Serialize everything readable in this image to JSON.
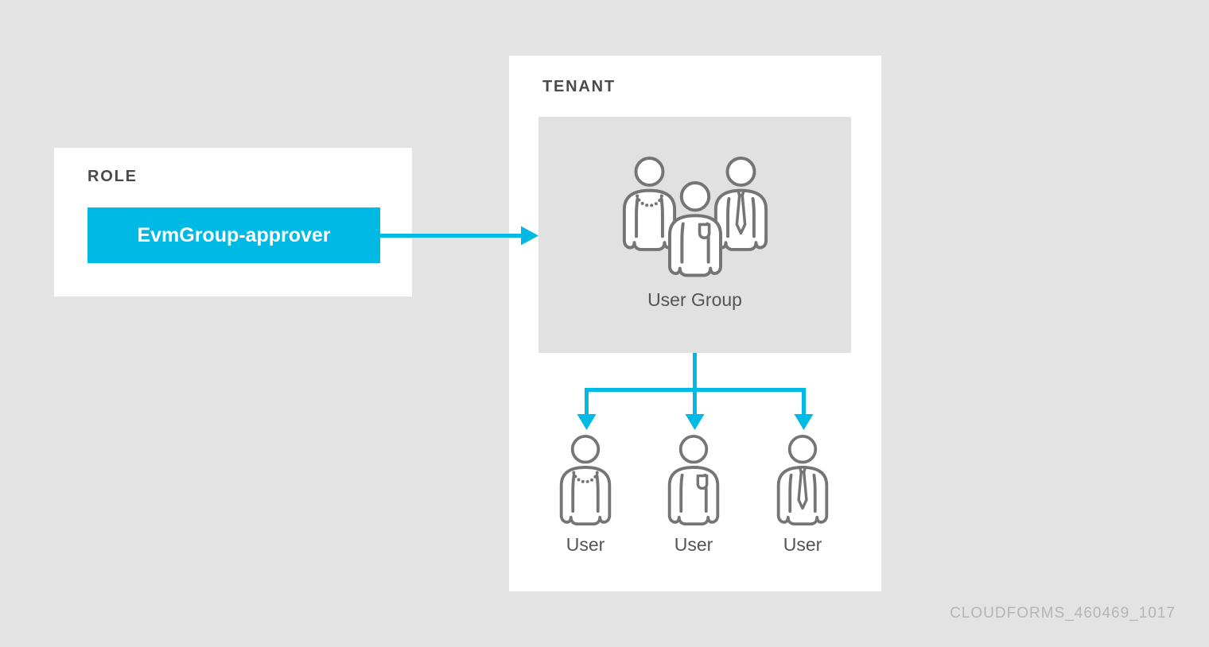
{
  "colors": {
    "background": "#e3e3e3",
    "panel": "#ffffff",
    "inner_box": "#e1e1e1",
    "accent_cyan": "#00b9e4",
    "icon_stroke": "#757575",
    "heading_text": "#4a4a4a",
    "label_text": "#545454",
    "badge_text": "#ffffff",
    "watermark_text": "#b5b5b5"
  },
  "role_panel": {
    "title": "ROLE",
    "badge_label": "EvmGroup-approver"
  },
  "tenant_panel": {
    "title": "TENANT",
    "group": {
      "label": "User Group",
      "icon": "user-group-icon"
    },
    "users": [
      {
        "label": "User",
        "icon": "user-icon",
        "variant": "necklace"
      },
      {
        "label": "User",
        "icon": "user-icon",
        "variant": "pocket"
      },
      {
        "label": "User",
        "icon": "user-icon",
        "variant": "tie"
      }
    ]
  },
  "connectors": {
    "role_to_tenant": "arrow-right",
    "group_to_users": "branch-down-3-arrows"
  },
  "watermark": "CLOUDFORMS_460469_1017"
}
